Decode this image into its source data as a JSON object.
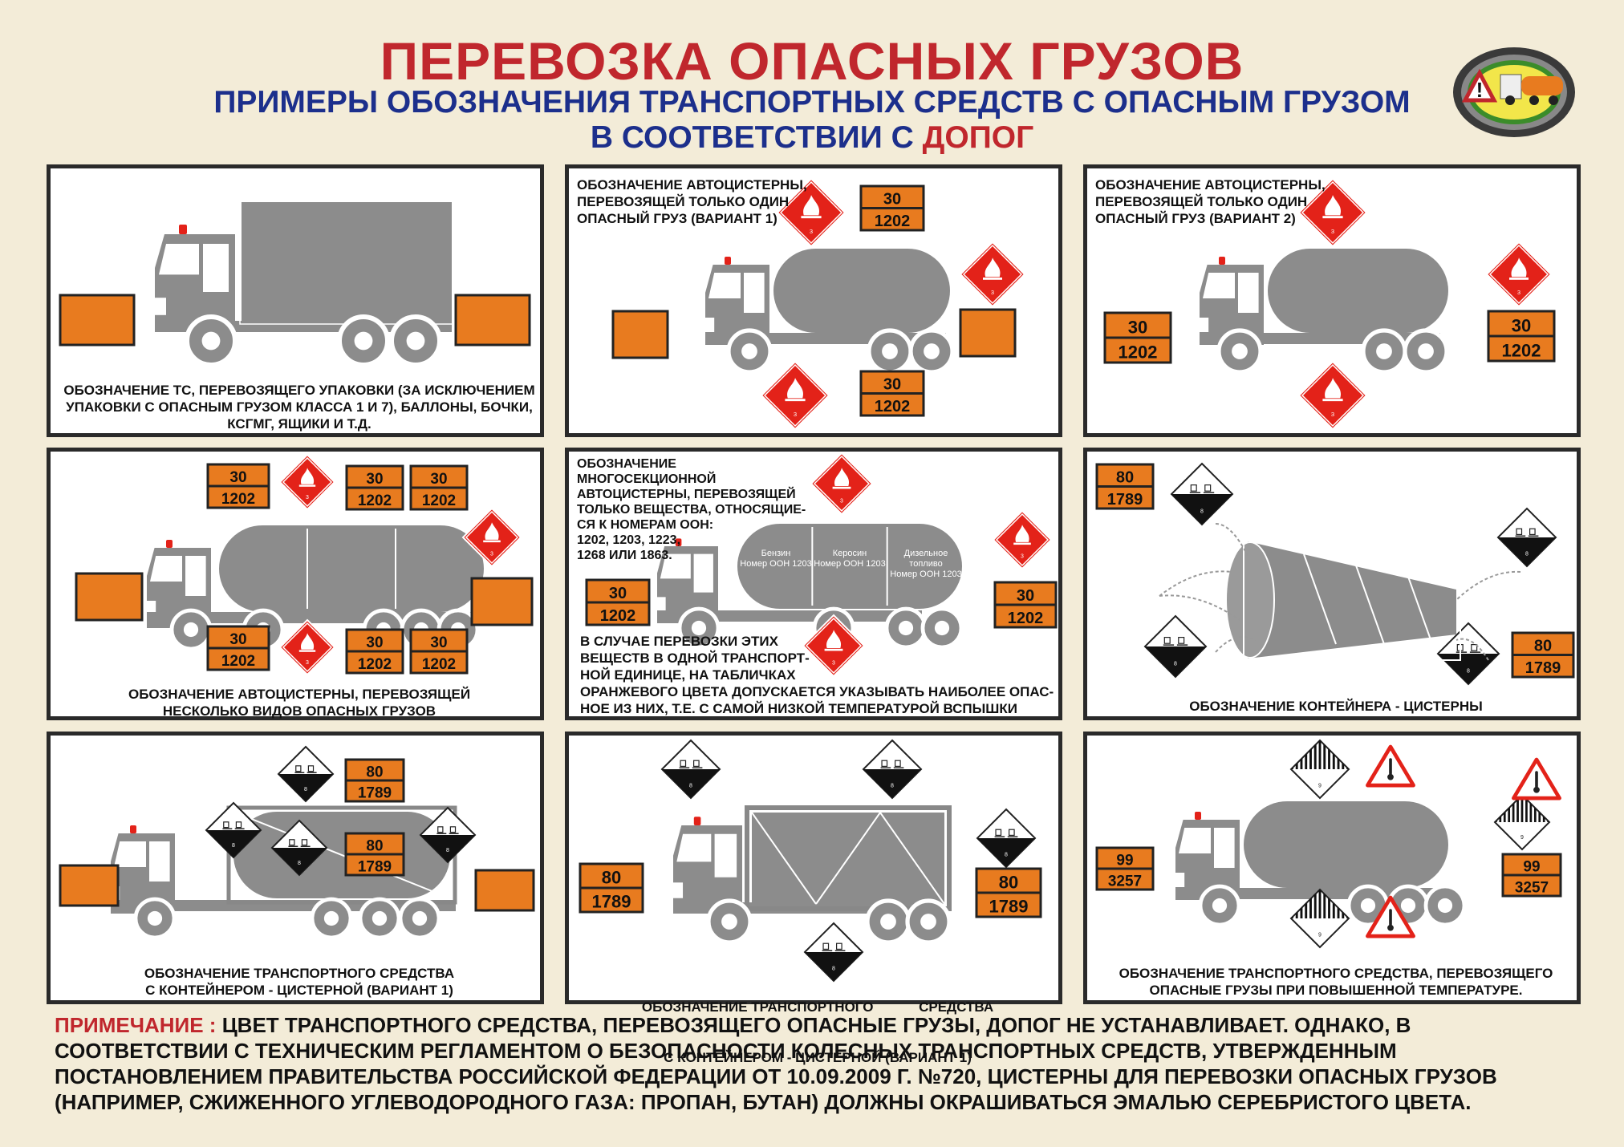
{
  "header": {
    "title": "ПЕРЕВОЗКА ОПАСНЫХ ГРУЗОВ",
    "subtitle_line1": "ПРИМЕРЫ ОБОЗНАЧЕНИЯ ТРАНСПОРТНЫХ СРЕДСТВ С ОПАСНЫМ ГРУЗОМ",
    "subtitle_line2_prefix": "В СООТВЕТСТВИИ С ",
    "subtitle_line2_highlight": "ДОПОГ"
  },
  "colors": {
    "red": "#c0272d",
    "blue": "#1c2f8c",
    "orange": "#e87b1f",
    "vehicle": "#8c8c8c"
  },
  "plates": {
    "flammable": {
      "top": "30",
      "bottom": "1202"
    },
    "corrosive": {
      "top": "80",
      "bottom": "1789"
    },
    "hot": {
      "top": "99",
      "bottom": "3257"
    }
  },
  "sign_class_numbers": {
    "flammable": "3",
    "corrosive": "8",
    "misc": "9"
  },
  "panels": {
    "p1": {
      "caption": [
        "ОБОЗНАЧЕНИЕ ТС, ПЕРЕВОЗЯЩЕГО УПАКОВКИ (ЗА ИСКЛЮЧЕНИЕМ",
        "УПАКОВКИ С ОПАСНЫМ ГРУЗОМ КЛАССА 1 И 7), БАЛЛОНЫ, БОЧКИ,",
        "КСГМГ, ЯЩИКИ И Т.Д."
      ]
    },
    "p2": {
      "caption": [
        "ОБОЗНАЧЕНИЕ АВТОЦИСТЕРНЫ,",
        "ПЕРЕВОЗЯЩЕЙ ТОЛЬКО ОДИН",
        "ОПАСНЫЙ ГРУЗ (ВАРИАНТ 1)"
      ]
    },
    "p3": {
      "caption": [
        "ОБОЗНАЧЕНИЕ АВТОЦИСТЕРНЫ,",
        "ПЕРЕВОЗЯЩЕЙ ТОЛЬКО ОДИН",
        "ОПАСНЫЙ ГРУЗ (ВАРИАНТ 2)"
      ]
    },
    "p4": {
      "caption": [
        "ОБОЗНАЧЕНИЕ АВТОЦИСТЕРНЫ, ПЕРЕВОЗЯЩЕЙ",
        "НЕСКОЛЬКО ВИДОВ ОПАСНЫХ ГРУЗОВ"
      ]
    },
    "p5": {
      "caption_top": [
        "ОБОЗНАЧЕНИЕ МНОГОСЕКЦИОННОЙ",
        "АВТОЦИСТЕРНЫ, ПЕРЕВОЗЯЩЕЙ",
        "ТОЛЬКО ВЕЩЕСТВА, ОТНОСЯЩИЕ-",
        "СЯ К НОМЕРАМ ООН:",
        "1202, 1203, 1223,",
        "1268 ИЛИ 1863."
      ],
      "caption_bottom": [
        "В СЛУЧАЕ ПЕРЕВОЗКИ ЭТИХ",
        "ВЕЩЕСТВ В ОДНОЙ ТРАНСПОРТ-",
        "НОЙ ЕДИНИЦЕ, НА ТАБЛИЧКАХ",
        "ОРАНЖЕВОГО ЦВЕТА ДОПУСКАЕТСЯ УКАЗЫВАТЬ НАИБОЛЕЕ ОПАС-",
        "НОЕ ИЗ НИХ, Т.Е. С САМОЙ НИЗКОЙ ТЕМПЕРАТУРОЙ ВСПЫШКИ"
      ],
      "sections": [
        {
          "l1": "Бензин",
          "l2": "Номер ООН 1203"
        },
        {
          "l1": "Керосин",
          "l2": "Номер ООН 1203"
        },
        {
          "l1": "Дизельное",
          "l2": "топливо",
          "l3": "Номер ООН 1203"
        }
      ]
    },
    "p6": {
      "caption": [
        "ОБОЗНАЧЕНИЕ КОНТЕЙНЕРА - ЦИСТЕРНЫ"
      ]
    },
    "p7": {
      "caption": [
        "ОБОЗНАЧЕНИЕ ТРАНСПОРТНОГО СРЕДСТВА",
        "С КОНТЕЙНЕРОМ - ЦИСТЕРНОЙ (ВАРИАНТ 1)"
      ]
    },
    "p8": {
      "caption": [
        "ОБОЗНАЧЕНИЕ ТРАНСПОРТНОГО            СРЕДСТВА",
        "С КОНТЕЙНЕРОМ - ЦИСТЕРНОЙ (ВАРИАНТ 1)"
      ]
    },
    "p9": {
      "caption": [
        "ОБОЗНАЧЕНИЕ ТРАНСПОРТНОГО СРЕДСТВА, ПЕРЕВОЗЯЩЕГО",
        "ОПАСНЫЕ ГРУЗЫ ПРИ ПОВЫШЕННОЙ ТЕМПЕРАТУРЕ."
      ]
    }
  },
  "note": {
    "label": "ПРИМЕЧАНИЕ : ",
    "text": "ЦВЕТ ТРАНСПОРТНОГО СРЕДСТВА, ПЕРЕВОЗЯЩЕГО ОПАСНЫЕ ГРУЗЫ, ДОПОГ НЕ УСТАНАВЛИВАЕТ. ОДНАКО, В СООТВЕТСТВИИ С ТЕХНИЧЕСКИМ РЕГЛАМЕНТОМ О БЕЗОПАСНОСТИ КОЛЕСНЫХ ТРАНСПОРТНЫХ СРЕДСТВ, УТВЕРЖДЕННЫМ ПОСТАНОВЛЕНИЕМ ПРАВИТЕЛЬСТВА РОССИЙСКОЙ ФЕДЕРАЦИИ ОТ 10.09.2009 Г. №720, ЦИСТЕРНЫ ДЛЯ ПЕРЕВОЗКИ ОПАСНЫХ ГРУЗОВ (НАПРИМЕР, СЖИЖЕННОГО УГЛЕВОДОРОДНОГО ГАЗА: ПРОПАН, БУТАН) ДОЛЖНЫ ОКРАШИВАТЬСЯ ЭМАЛЬЮ СЕРЕБРИСТОГО ЦВЕТА."
  }
}
